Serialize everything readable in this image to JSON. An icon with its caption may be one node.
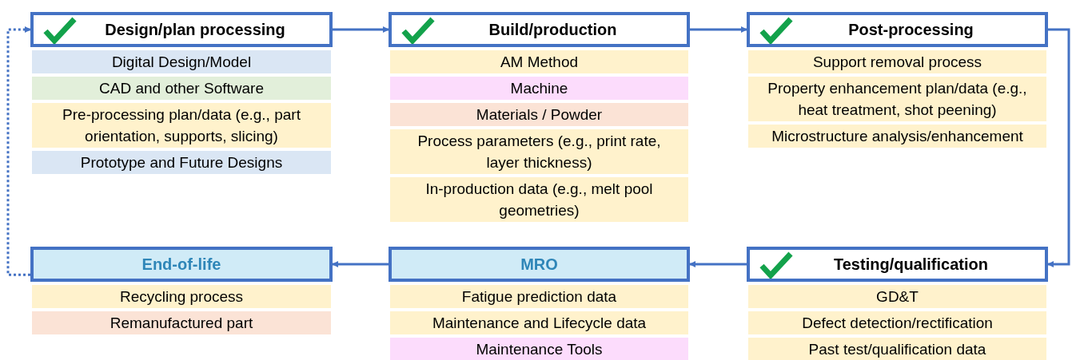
{
  "diagram": {
    "nodes": [
      {
        "text": [
          "Design/plan processing"
        ]
      },
      {
        "text": [
          "Digital Design/Model"
        ]
      },
      {
        "text": [
          "CAD and other Software"
        ]
      },
      {
        "text": [
          "Pre-processing plan/data (e.g., part orientation, supports, slicing)"
        ]
      },
      {
        "text": [
          "Prototype and Future Designs"
        ]
      },
      {
        "text": [
          "Build/production"
        ]
      },
      {
        "text": [
          "AM Method"
        ]
      },
      {
        "text": [
          "Machine"
        ]
      },
      {
        "text": [
          "Materials / Powder"
        ]
      },
      {
        "text": [
          "Process parameters (e.g., print rate, layer thickness)"
        ]
      },
      {
        "text": [
          "In-production data (e.g., melt pool geometries)"
        ]
      },
      {
        "text": [
          "Post-processing"
        ]
      },
      {
        "text": [
          "Support removal process"
        ]
      },
      {
        "text": [
          "Property enhancement plan/data (e.g., heat treatment, shot peening)"
        ]
      },
      {
        "text": [
          "Microstructure analysis/enhancement"
        ]
      },
      {
        "text": [
          "End-of-life"
        ]
      },
      {
        "text": [
          "Recycling process"
        ]
      },
      {
        "text": [
          "Remanufactured part"
        ]
      },
      {
        "text": [
          "MRO"
        ]
      },
      {
        "text": [
          "Fatigue prediction data"
        ]
      },
      {
        "text": [
          "Maintenance and Lifecycle data"
        ]
      },
      {
        "text": [
          "Maintenance Tools"
        ]
      },
      {
        "text": [
          "Testing/qualification"
        ]
      },
      {
        "text": [
          "GD&T"
        ]
      },
      {
        "text": [
          "Defect detection/rectification"
        ]
      },
      {
        "text": [
          "Past test/qualification data"
        ]
      }
    ],
    "edges": [
      {
        "from": 0,
        "to": 5,
        "arrow": "to"
      },
      {
        "from": 5,
        "to": 11,
        "arrow": "to"
      },
      {
        "from": 11,
        "to": 22,
        "arrow": "to"
      },
      {
        "from": 22,
        "to": 18,
        "arrow": "to"
      },
      {
        "from": 18,
        "to": 15,
        "arrow": "to"
      },
      {
        "from": 15,
        "to": 0,
        "arrow": "to",
        "style": "dashed"
      }
    ]
  }
}
